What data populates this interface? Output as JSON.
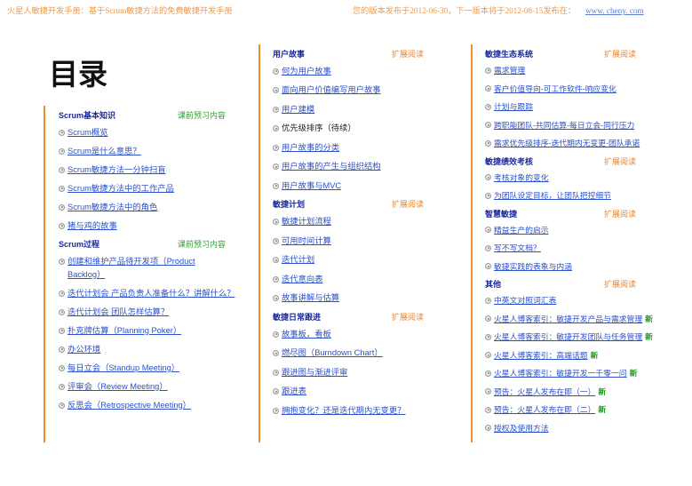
{
  "header": {
    "title": "火星人敏捷开发手册：基于Scrum敏捷方法的免费敏捷开发手册",
    "version_text": "您的版本发布于2012-06-30，下一版本将于2012-08-15发布在：",
    "site_link": "www. cheny. com"
  },
  "toc_title": "目录",
  "columns": [
    {
      "sections": [
        {
          "title": "Scrum基本知识",
          "tag": "课前预习内容",
          "items": [
            {
              "label": "Scrum概览"
            },
            {
              "label": "Scrum是什么意思？"
            },
            {
              "label": "Scrum敏捷方法一分钟扫盲"
            },
            {
              "label": "Scrum敏捷方法中的工作产品"
            },
            {
              "label": "Scrum敏捷方法中的角色"
            },
            {
              "label": "猪与鸡的故事"
            }
          ]
        },
        {
          "title": "Scrum过程",
          "tag": "课前预习内容",
          "items": [
            {
              "label": "创建和维护产品待开发项（Product Backlog）"
            },
            {
              "label": "迭代计划会 产品负责人准备什么？讲解什么？"
            },
            {
              "label": "迭代计划会 团队怎样估算？"
            },
            {
              "label": "扑克牌估算（Planning Poker）"
            },
            {
              "label": "办公环境"
            },
            {
              "label": "每日立会（Standup Meeting）"
            },
            {
              "label": "评审会（Review Meeting）"
            },
            {
              "label": "反思会（Retrospective Meeting）"
            }
          ]
        }
      ]
    },
    {
      "sections": [
        {
          "title": "用户故事",
          "tag": "扩展阅读",
          "items": [
            {
              "label": "何为用户故事"
            },
            {
              "label": "面向用户价值编写用户故事"
            },
            {
              "label": "用户建模"
            },
            {
              "label": "优先级排序（待续）",
              "linked": false
            },
            {
              "label": "用户故事的分类"
            },
            {
              "label": "用户故事的产生与组织结构"
            },
            {
              "label": "用户故事与MVC"
            }
          ]
        },
        {
          "title": "敏捷计划",
          "tag": "扩展阅读",
          "items": [
            {
              "label": "敏捷计划流程"
            },
            {
              "label": "可用时间计算"
            },
            {
              "label": "迭代计划"
            },
            {
              "label": "迭代意向表"
            },
            {
              "label": "故事讲解与估算"
            }
          ]
        },
        {
          "title": "敏捷日常跟进",
          "tag": "扩展阅读",
          "items": [
            {
              "label": "故事板，看板"
            },
            {
              "label": "燃尽图（Burndown Chart）"
            },
            {
              "label": "跟进图与渐进评审"
            },
            {
              "label": "跟进表"
            },
            {
              "label": "拥抱变化？还是迭代期内无变更？"
            }
          ]
        }
      ]
    },
    {
      "sections": [
        {
          "title": "敏捷生态系统",
          "tag": "扩展阅读",
          "items": [
            {
              "label": "需求管理"
            },
            {
              "label": "客户价值导向-可工作软件-响应变化"
            },
            {
              "label": "计划与跟踪"
            },
            {
              "label": "跨职能团队-共同估算-每日立会-同行压力"
            },
            {
              "label": "需求优先级排序-迭代期内无变更-团队承诺"
            }
          ]
        },
        {
          "title": "敏捷绩效考核",
          "tag": "扩展阅读",
          "items": [
            {
              "label": "考核对象的变化"
            },
            {
              "label": "为团队设定目标，让团队把控细节"
            }
          ]
        },
        {
          "title": "智慧敏捷",
          "tag": "扩展阅读",
          "items": [
            {
              "label": "精益生产的启示"
            },
            {
              "label": "写不写文档？"
            },
            {
              "label": "敏捷实践的表象与内涵"
            }
          ]
        },
        {
          "title": "其他",
          "tag": "扩展阅读",
          "items": [
            {
              "label": "中英文对照词汇表"
            },
            {
              "label": "火星人博客索引：敏捷开发产品与需求管理",
              "badge": "新"
            },
            {
              "label": "火星人博客索引：敏捷开发团队与任务管理",
              "badge": "新"
            },
            {
              "label": "火星人博客索引：高端话题",
              "badge": "新"
            },
            {
              "label": "火星人博客索引：敏捷开发一千零一问",
              "badge": "新"
            },
            {
              "label": "预告：火星人发布在即（一）",
              "badge": "新"
            },
            {
              "label": "预告：火星人发布在即（二）",
              "badge": "新"
            },
            {
              "label": "授权及使用方法"
            }
          ]
        }
      ]
    }
  ],
  "bullet_icon": "circle-bullet-icon",
  "colors": {
    "header_text": "#ee9a4c",
    "header_link": "#5d7fd0",
    "title": "#111111",
    "section_heading": "#1c2a9a",
    "prep_tag": "#33a033",
    "extended_tag": "#e8852f",
    "link": "#2c50c8",
    "plain_item": "#222222",
    "new_badge": "#1f9a1f",
    "divider": "#f08d2d"
  }
}
